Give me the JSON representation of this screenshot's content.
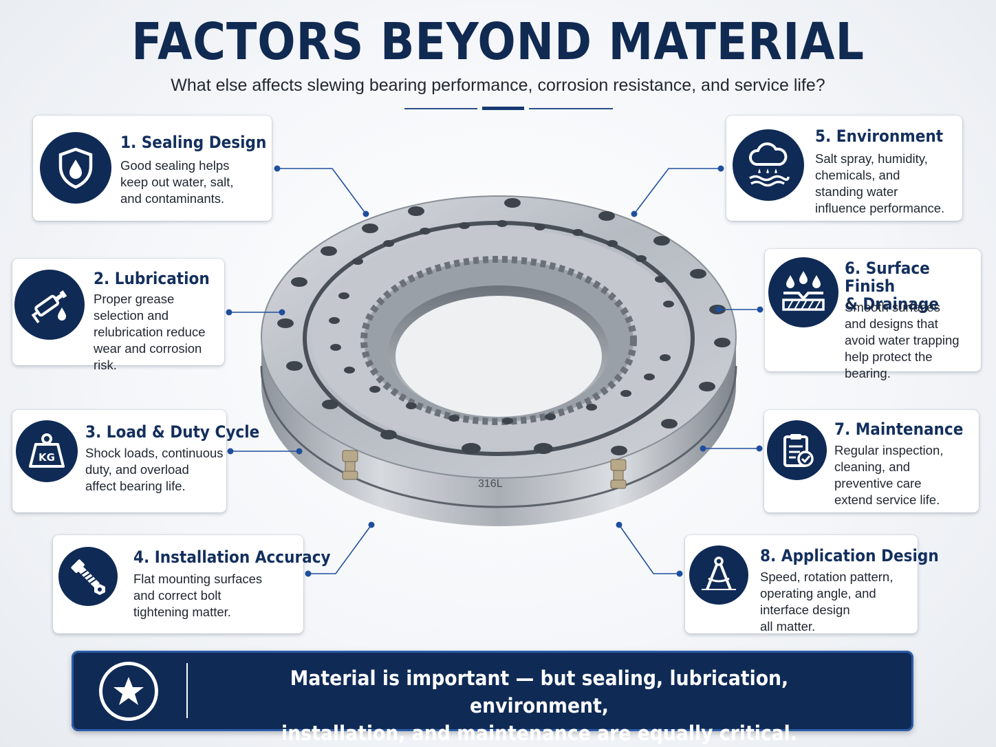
{
  "header": {
    "title": "FACTORS BEYOND MATERIAL",
    "subtitle": "What else affects slewing bearing performance, corrosion resistance, and service life?"
  },
  "bearing": {
    "marking": "316L"
  },
  "factors": [
    {
      "title": "1. Sealing Design",
      "text": "Good sealing helps\nkeep out water, salt,\nand contaminants.",
      "icon": "shield-drop-icon"
    },
    {
      "title": "2. Lubrication",
      "text": "Proper grease\nselection and\nrelubrication reduce\nwear and corrosion risk.",
      "icon": "grease-gun-icon"
    },
    {
      "title": "3. Load & Duty Cycle",
      "text": "Shock loads, continuous\nduty, and overload\naffect bearing life.",
      "icon": "kg-weight-icon"
    },
    {
      "title": "4. Installation Accuracy",
      "text": "Flat mounting surfaces\nand correct bolt\ntightening matter.",
      "icon": "bolt-nut-icon"
    },
    {
      "title": "5. Environment",
      "text": "Salt spray, humidity,\nchemicals, and\nstanding water\ninfluence performance.",
      "icon": "rain-cloud-icon"
    },
    {
      "title": "6. Surface Finish\n& Drainage",
      "text": "Smooth surfaces\nand designs that\navoid water trapping\nhelp protect the bearing.",
      "icon": "drops-surface-icon"
    },
    {
      "title": "7. Maintenance",
      "text": "Regular inspection,\ncleaning, and\npreventive care\nextend service life.",
      "icon": "clipboard-check-icon"
    },
    {
      "title": "8. Application Design",
      "text": "Speed, rotation pattern,\noperating angle, and\ninterface design\nall matter.",
      "icon": "compass-icon"
    }
  ],
  "banner": {
    "message": "Material is important — but sealing, lubrication, environment,\ninstallation, and maintenance are equally critical.",
    "icon": "star-icon"
  },
  "colors": {
    "navy": "#0f2a55",
    "accent": "#1f4f9c",
    "steel": "#b9bec5"
  }
}
